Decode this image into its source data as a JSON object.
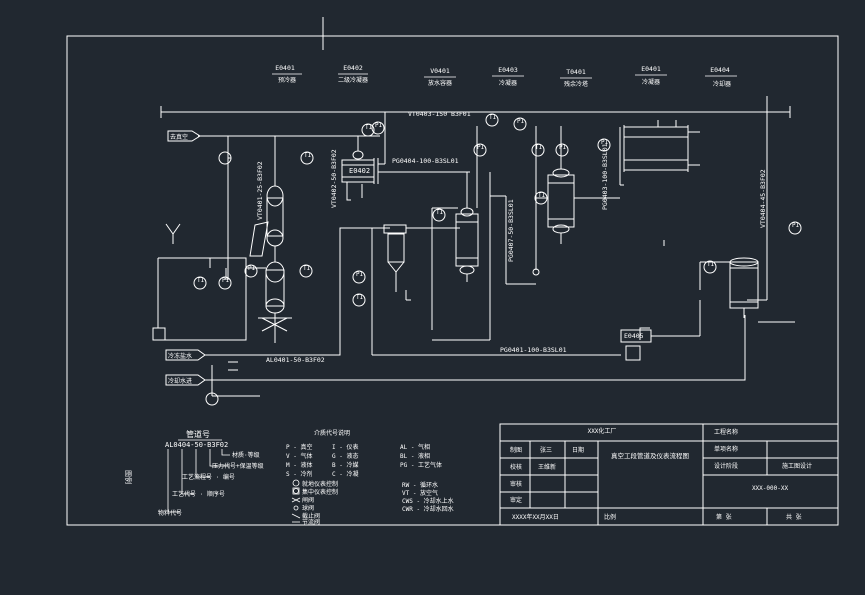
{
  "colors": {
    "background": "#212830",
    "line": "#ffffff"
  },
  "equipment_labels": [
    {
      "tag": "E0401",
      "name": "预冷器"
    },
    {
      "tag": "E0402",
      "name": "二级冷凝器"
    },
    {
      "tag": "V0401",
      "name": "放水容器"
    },
    {
      "tag": "E0403",
      "name": "冷凝器"
    },
    {
      "tag": "T0401",
      "name": "残余冷塔"
    },
    {
      "tag": "E0401",
      "name": "冷凝器"
    },
    {
      "tag": "E0404",
      "name": "冷却器"
    }
  ],
  "pipe_labels": {
    "top_header": "VT0403-150 B3F01",
    "vt0401": "VT0401-25-B3F02",
    "vt0402": "VT0402-50-B3F02",
    "pg0404": "PG0404-100-B3SL01",
    "pg0407": "PG0407-50-B3SL01",
    "pg0403": "PG0403-100-B3SL01",
    "vt0404": "VT0404-45-B3F02",
    "al0401": "AL0401-50-B3F02",
    "pg0401": "PG0401-100-B3SL01"
  },
  "vessel_tags": {
    "e0402": "E0402",
    "e0405": "E0405"
  },
  "instrument_labels": [
    "TI",
    "PI",
    "PI",
    "TI",
    "TI",
    "PI",
    "TI",
    "PI",
    "TI",
    "TI",
    "TI",
    "PI",
    "PI",
    "TI",
    "PI",
    "TI",
    "PI",
    "TI",
    "PI"
  ],
  "arrows": [
    "去真空",
    "冷冻盐水",
    "冷却水进"
  ],
  "legend": {
    "side_title": "图例",
    "pipe_code_header": "管道号",
    "pipe_code_example": "AL0404-50-B3F02",
    "pipe_code_notes": [
      "材质·等级",
      "压力代号+保温等级",
      "工艺流程号 · 编号",
      "工艺代号 · 顺序号",
      "物料代号"
    ],
    "medium_header": "介质代号说明",
    "medium_col1": [
      "P - 真空",
      "V - 气体",
      "M - 液体",
      "S - 冷剂"
    ],
    "medium_col2": [
      "I - 仪表",
      "G - 液态",
      "B - 冷媒",
      "C - 冷凝"
    ],
    "medium_col3": [
      "AL - 气相",
      "BL - 液相",
      "PG - 工艺气体"
    ],
    "symbols": [
      "就地仪表控制",
      "集中仪表控制",
      "闸阀",
      "球阀",
      "截止阀",
      "节流阀"
    ],
    "medium_col4": [
      "RW - 循环水",
      "VT - 放空气",
      "CWS - 冷却水上水",
      "CWR - 冷却水回水"
    ]
  },
  "title_block": {
    "factory": "XXX化工厂",
    "drawing_title": "真空工段管道及仪表流程图",
    "design_unit": "工程名称",
    "sub_item": "单项名称",
    "stage": "设计阶段",
    "stage_value": "施工图设计",
    "drawing_no": "XXX-000-XX",
    "rows": [
      "制图",
      "校核",
      "审核",
      "审定"
    ],
    "row_values": [
      "张三",
      "王维新",
      "",
      ""
    ],
    "date_label": "日期",
    "scale_label": "比例",
    "date_value": "XXXX年XX月XX日",
    "sheet": "第   张",
    "total": "共   张"
  }
}
